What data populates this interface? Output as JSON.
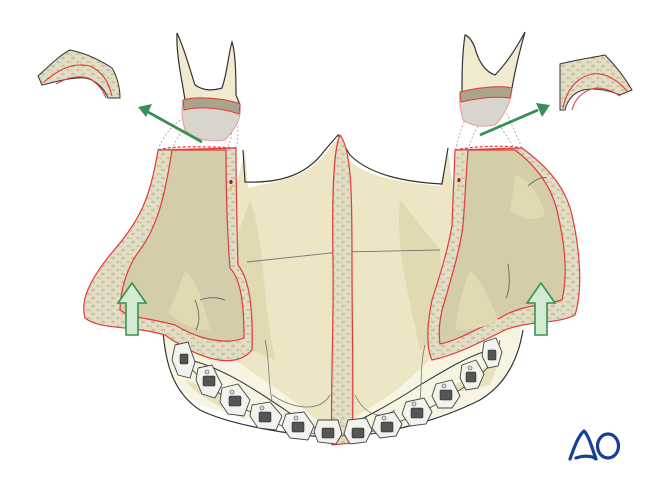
{
  "figure": {
    "type": "medical-illustration",
    "subject": "maxilla-with-osteotomies",
    "background": "#ffffff"
  },
  "colors": {
    "bone_light": "#efead0",
    "bone_mid": "#e6dfb9",
    "bone_highlight": "#f7f4e2",
    "sinus_fill": "#d3cda9",
    "sinus_shadow": "#c9c29c",
    "cancellous_dots": "#c8c2a4",
    "cortex": "#e2dec6",
    "cut_line": "#e23a3a",
    "outline": "#333333",
    "cap_gray": "#d8d6cc",
    "cap_dark": "#a9a48c",
    "bracket_fill": "#f2f2ee",
    "bracket_dark": "#444444",
    "arrow_green": "#3a8f55",
    "arrow_green_fill": "#d4ebd3",
    "logo_blue": "#173f98"
  },
  "elements": {
    "removed_segment_left": "bone fragment (left)",
    "removed_segment_right": "bone fragment (right)",
    "movement_arrow_left": "diagonal green arrow pointing up-left",
    "movement_arrow_right": "diagonal green arrow pointing up-right",
    "upward_arrow_left": "hollow green up arrow",
    "upward_arrow_right": "hollow green up arrow",
    "pterygoid_left": "pterygoid process (left)",
    "pterygoid_right": "pterygoid process (right)",
    "nasal_septum": "midline septum",
    "brackets_count": 12
  },
  "logo": {
    "text": "AO"
  }
}
